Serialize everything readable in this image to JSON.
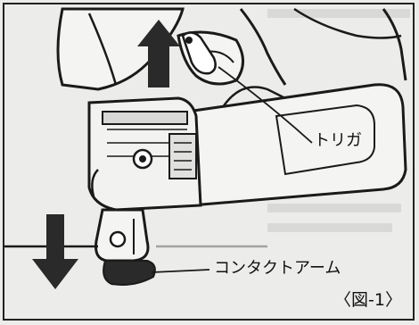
{
  "labels": {
    "trigger": "トリガ",
    "contact_arm": "コンタクトアーム",
    "figure_caption": "〈図-1〉"
  },
  "colors": {
    "ink": "#1a1a1a",
    "arrow": "#2a2a2a",
    "background": "#ececea"
  }
}
